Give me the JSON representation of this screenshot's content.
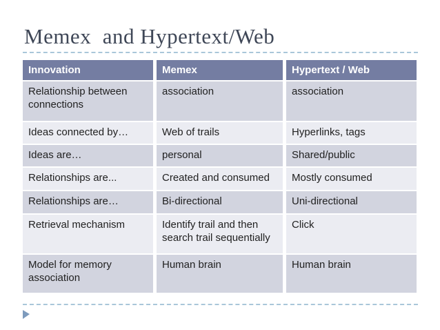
{
  "slide": {
    "title": "Memex  and Hypertext/Web"
  },
  "table": {
    "headers": [
      "Innovation",
      "Memex",
      "Hypertext / Web"
    ],
    "rows": [
      {
        "cells": [
          "Relationship between connections",
          "association",
          "association"
        ]
      },
      {
        "cells": [
          "Ideas connected by…",
          "Web of trails",
          "Hyperlinks, tags"
        ]
      },
      {
        "cells": [
          "Ideas are…",
          "personal",
          "Shared/public"
        ]
      },
      {
        "cells": [
          "Relationships are...",
          "Created and consumed",
          "Mostly consumed"
        ]
      },
      {
        "cells": [
          "Relationships are…",
          "Bi-directional",
          "Uni-directional"
        ]
      },
      {
        "cells": [
          "Retrieval mechanism",
          "Identify trail and then search trail sequentially",
          "Click"
        ]
      },
      {
        "cells": [
          "Model for memory association",
          "Human brain",
          "Human brain"
        ]
      }
    ]
  },
  "colors": {
    "header-bg": "#747da2",
    "row-dark": "#d2d4df",
    "row-light": "#ebecf2",
    "title-text": "#3f4757",
    "cell-text": "#212121",
    "header-text": "#ffffff",
    "dashed-line": "#a9c6d9",
    "arrow": "#7e9bbd"
  }
}
